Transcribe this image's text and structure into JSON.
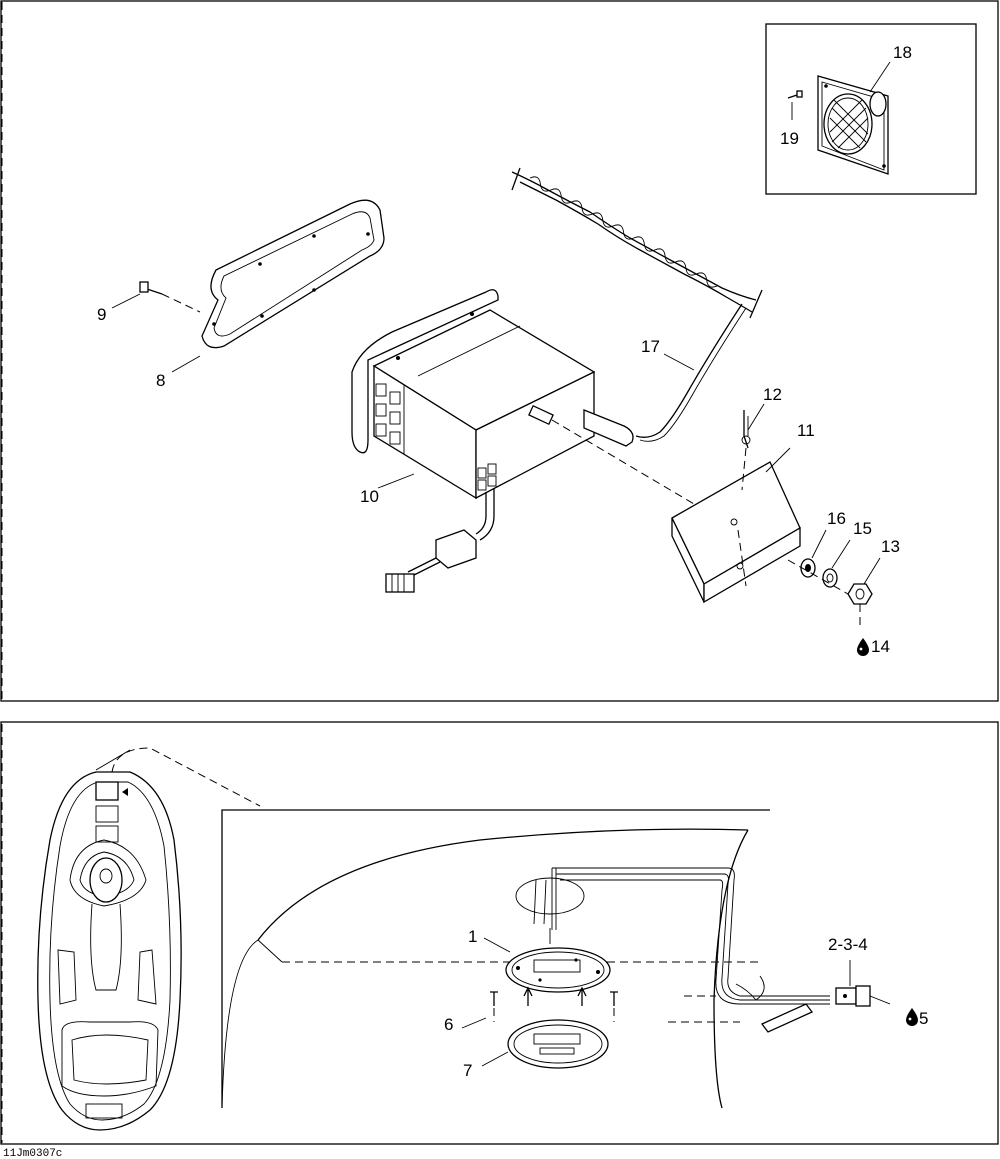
{
  "figure_reference": "11Jm0307c",
  "top_panel": {
    "callouts": {
      "c8": "8",
      "c9": "9",
      "c10": "10",
      "c11": "11",
      "c12": "12",
      "c13": "13",
      "c14": "14",
      "c15": "15",
      "c16": "16",
      "c17": "17",
      "c18": "18",
      "c19": "19"
    }
  },
  "bottom_panel": {
    "callouts": {
      "c1": "1",
      "c234": "2-3-4",
      "c5": "5",
      "c6": "6",
      "c7": "7"
    }
  },
  "icons": [
    "lubricant-drop-icon"
  ]
}
